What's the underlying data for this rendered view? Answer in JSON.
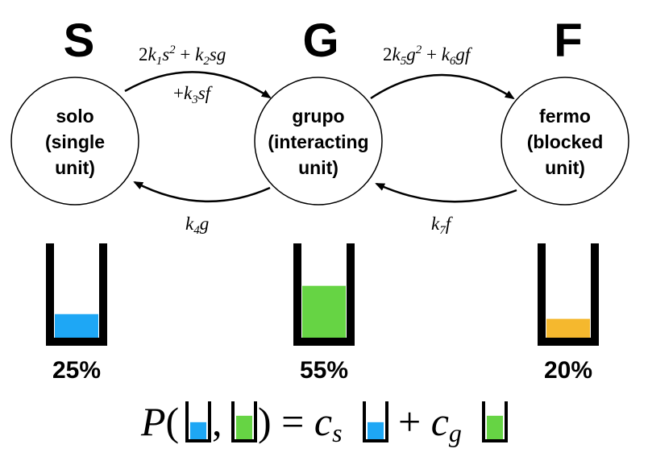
{
  "states": [
    {
      "letter": "S",
      "name": "solo",
      "desc_1": "(single",
      "desc_2": "unit)",
      "fill_percent": 25,
      "percent_label": "25%",
      "color": "#1ea7f5"
    },
    {
      "letter": "G",
      "name": "grupo",
      "desc_1": "(interacting",
      "desc_2": "unit)",
      "fill_percent": 55,
      "percent_label": "55%",
      "color": "#66d444"
    },
    {
      "letter": "F",
      "name": "fermo",
      "desc_1": "(blocked",
      "desc_2": "unit)",
      "fill_percent": 20,
      "percent_label": "20%",
      "color": "#f5b82e"
    }
  ],
  "rates": {
    "s_to_g_line1": "2k₁s² + k₂sg",
    "s_to_g_line2": "+k₃sf",
    "g_to_s": "k₄g",
    "g_to_f": "2k₅g² + k₆gf",
    "f_to_g": "k₇f"
  },
  "equation": {
    "text": "P( [S],[G] ) = cₛ [S] + c_g [G]",
    "lhs": "P",
    "coef_s": "c",
    "coef_s_sub": "s",
    "coef_g": "c",
    "coef_g_sub": "g"
  }
}
